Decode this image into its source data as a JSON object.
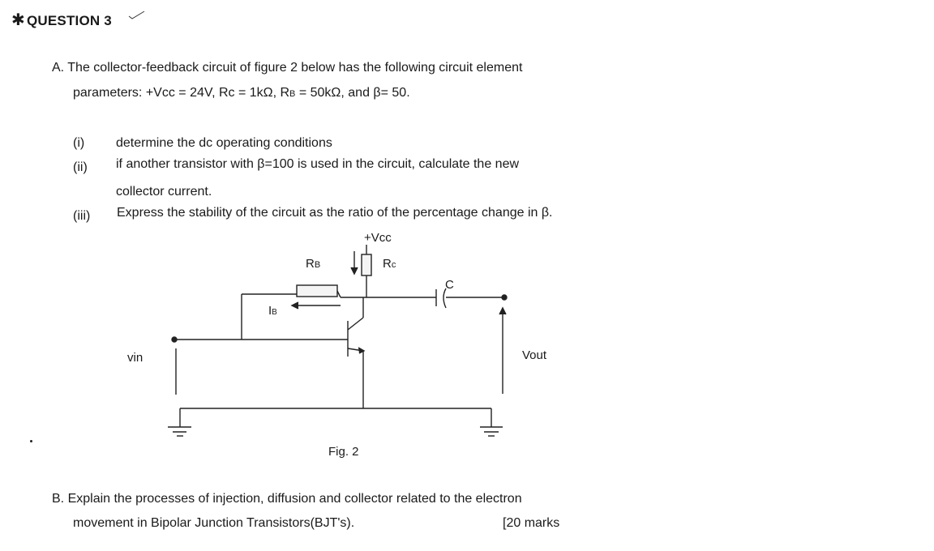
{
  "heading": {
    "star": "✱",
    "title": "QUESTION 3"
  },
  "partA": {
    "line1": "A.  The collector-feedback circuit of figure 2 below has the following circuit element",
    "line2": "parameters: +Vcc = 24V, Rc = 1kΩ, R",
    "line2_sub": "B",
    "line2_end": " = 50kΩ, and β= 50.",
    "items": [
      {
        "num": "(i)",
        "text": "determine the dc operating conditions"
      },
      {
        "num": "(ii)",
        "text": "if another transistor with β=100 is used in the circuit, calculate the new",
        "cont": "collector current."
      },
      {
        "num": "(iii)",
        "text": "Express the stability of the circuit as the ratio of the percentage change in β."
      }
    ]
  },
  "figure": {
    "vcc": "+Vcc",
    "rb": "R",
    "rb_sub": "B",
    "rc": "R",
    "rc_sub": "c",
    "cap": "C",
    "ib": "I",
    "ib_sub": "B",
    "vin": "vin",
    "vout": "Vout",
    "caption": "Fig. 2"
  },
  "partB": {
    "line1": "B.  Explain the processes of injection, diffusion and collector related to the electron",
    "line2": "movement in Bipolar Junction Transistors(BJT's).",
    "marks": "[20 marks"
  }
}
